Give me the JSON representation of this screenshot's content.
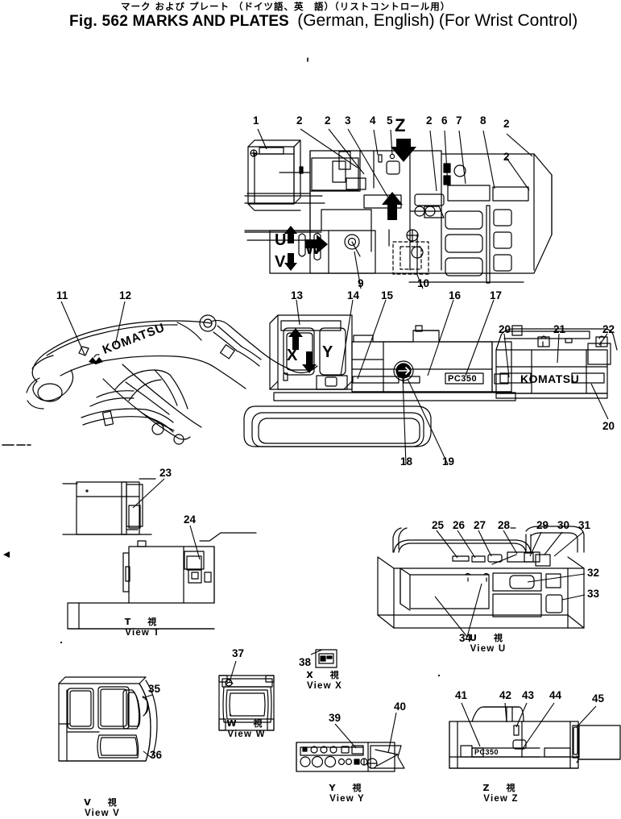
{
  "header": {
    "japanese_title": "マーク および プレート （ドイツ語、英　語）（リストコントロール用）",
    "fig_number": "Fig. 562",
    "title": "MARKS AND PLATES",
    "lang_note": "(German, English)",
    "application_note": "(For Wrist Control)"
  },
  "brand": {
    "name": "KOMATSU",
    "model_badge": "PC350"
  },
  "view_markers": {
    "top_panel": [
      "U",
      "V",
      "W"
    ],
    "z_top": "Z",
    "cab": [
      "X",
      "Y"
    ]
  },
  "views": [
    {
      "id": "T",
      "jp": "T　視",
      "en": "View T"
    },
    {
      "id": "U",
      "jp": "U　視",
      "en": "View U"
    },
    {
      "id": "V",
      "jp": "V　視",
      "en": "View V"
    },
    {
      "id": "W",
      "jp": "W　視",
      "en": "View W"
    },
    {
      "id": "X",
      "jp": "X　視",
      "en": "View X"
    },
    {
      "id": "Y",
      "jp": "Y　視",
      "en": "View Y"
    },
    {
      "id": "Z",
      "jp": "Z　視",
      "en": "View Z"
    }
  ],
  "callouts": {
    "top_assembly": [
      "1",
      "2",
      "2",
      "3",
      "4",
      "5",
      "2",
      "6",
      "7",
      "8",
      "2",
      "2",
      "9",
      "10"
    ],
    "machine_side": [
      "11",
      "12",
      "13",
      "14",
      "15",
      "16",
      "17",
      "18",
      "19"
    ],
    "machine_rear": [
      "20",
      "21",
      "22",
      "20"
    ],
    "view_t": [
      "23",
      "24"
    ],
    "view_u": [
      "25",
      "26",
      "27",
      "28",
      "29",
      "30",
      "31",
      "32",
      "33",
      "34"
    ],
    "view_v": [
      "35",
      "36"
    ],
    "view_w": [
      "37"
    ],
    "view_x": [
      "38"
    ],
    "view_y": [
      "39",
      "40"
    ],
    "view_z": [
      "41",
      "42",
      "43",
      "44",
      "45"
    ]
  },
  "colors": {
    "ink": "#000000",
    "paper": "#ffffff"
  }
}
